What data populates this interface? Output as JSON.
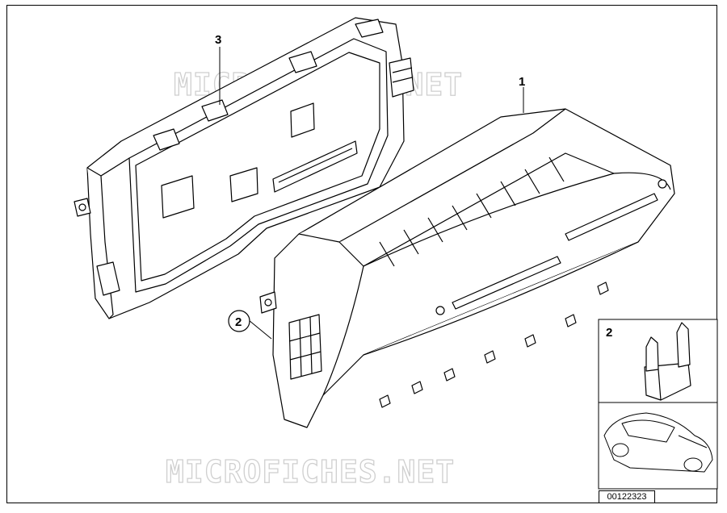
{
  "callouts": {
    "part1": "1",
    "part2_main": "2",
    "part3": "3",
    "part2_inset": "2"
  },
  "watermark": {
    "top": "MICROFICHES.NET",
    "bottom": "MICROFICHES.NET"
  },
  "diagram_number": "00122323",
  "icons": [
    "instrument-cluster-housing",
    "circuit-board-panel",
    "bulb-socket-clip",
    "vehicle-silhouette"
  ]
}
